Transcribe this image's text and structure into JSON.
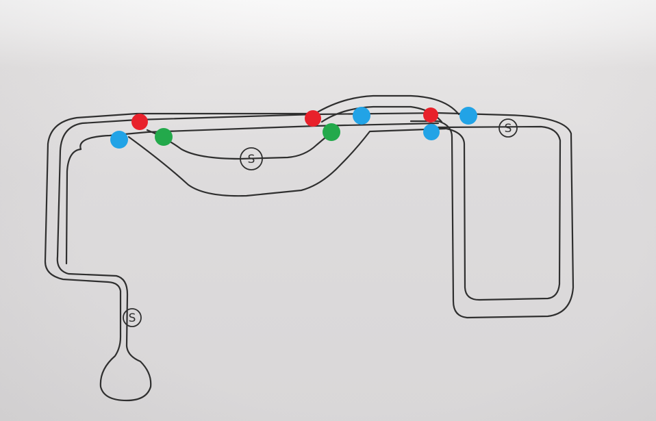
{
  "colors": {
    "red": "#e8212b",
    "green": "#23a94b",
    "blue": "#22a3e6",
    "ink": "#2f2f2f"
  },
  "sensors": [
    {
      "id": "sensor-middle",
      "label": "S"
    },
    {
      "id": "sensor-right",
      "label": "S"
    },
    {
      "id": "sensor-lower-left",
      "label": "S"
    }
  ],
  "markers": [
    {
      "id": "red-1",
      "color": "red"
    },
    {
      "id": "blue-1",
      "color": "blue"
    },
    {
      "id": "green-1",
      "color": "green"
    },
    {
      "id": "red-2",
      "color": "red"
    },
    {
      "id": "green-2",
      "color": "green"
    },
    {
      "id": "blue-2",
      "color": "blue"
    },
    {
      "id": "red-3",
      "color": "red"
    },
    {
      "id": "blue-3",
      "color": "blue"
    },
    {
      "id": "blue-4",
      "color": "blue"
    }
  ]
}
